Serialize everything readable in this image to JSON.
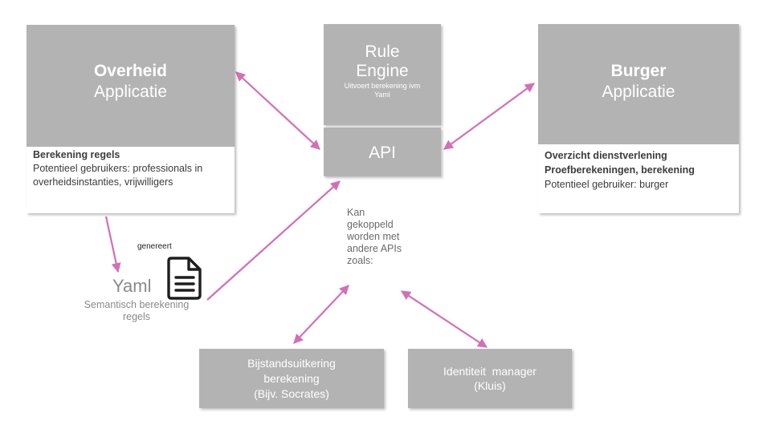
{
  "arrow_color": "#d36fb7",
  "overheid": {
    "title_bold": "Overheid",
    "title": "Applicatie",
    "desc_title": "Berekening regels",
    "desc_lines": [
      "Potentieel gebruikers: professionals in",
      "overheidsinstanties, vrijwilligers"
    ]
  },
  "rule_engine": {
    "title_lines": [
      "Rule",
      "Engine"
    ],
    "subtitle_lines": [
      "Uitvoert berekening ivm",
      "Yaml"
    ]
  },
  "api": {
    "label": "API"
  },
  "burger": {
    "title_bold": "Burger",
    "title": "Applicatie",
    "desc_bold_lines": [
      "Overzicht dienstverlening",
      "Proefberekeningen, berekening"
    ],
    "desc_line": "Potentieel gebruiker: burger"
  },
  "yaml": {
    "generates_label": "genereert",
    "title": "Yaml",
    "icon": "document-icon",
    "desc_lines": [
      "Semantisch berekening",
      "regels"
    ]
  },
  "apis_note": {
    "lines": [
      "Kan",
      "gekoppeld",
      "worden met",
      "andere APIs",
      "zoals:"
    ]
  },
  "bijstand": {
    "lines": [
      "Bijstandsuitkering",
      "berekening",
      "(Bijv. Socrates)"
    ]
  },
  "identiteit": {
    "lines": [
      "Identiteit  manager",
      "(Kluis)"
    ]
  }
}
